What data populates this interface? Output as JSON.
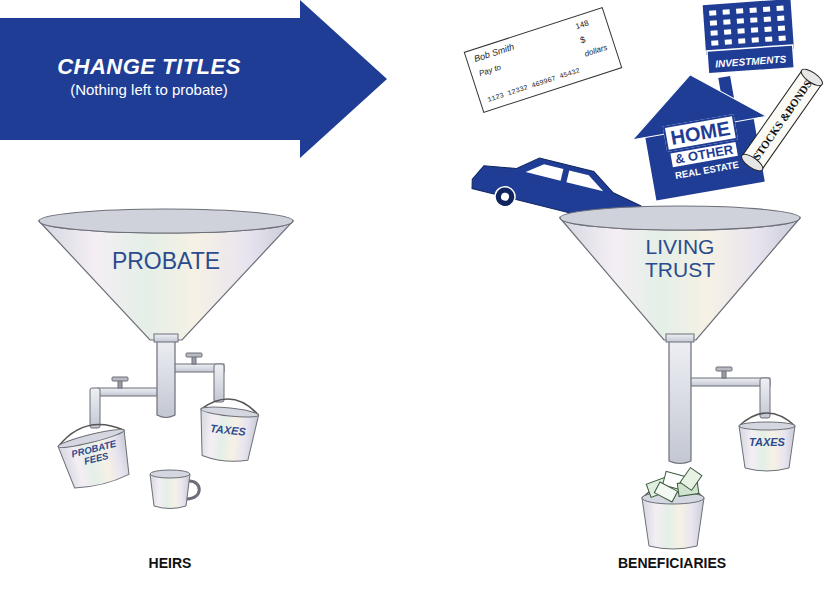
{
  "diagram": {
    "nodes": [
      {
        "text": [
          "CHANGE TITLES",
          "(Nothing left to probate)"
        ]
      },
      {
        "text": [
          "Bob Smith",
          "148",
          "Pay to",
          "$",
          "dollars",
          "1123 12332 469967 45432"
        ]
      },
      {
        "text": [
          "INVESTMENTS"
        ]
      },
      {
        "text": [
          "HOME",
          "& OTHER",
          "REAL ESTATE"
        ]
      },
      {
        "text": [
          "STOCKS",
          "&BONDS"
        ]
      },
      {
        "text": [
          "PROBATE"
        ]
      },
      {
        "text": [
          "PROBATE FEES"
        ]
      },
      {
        "text": [
          "TAXES"
        ]
      },
      {
        "text": [
          "LIVING TRUST"
        ]
      },
      {
        "text": [
          "TAXES"
        ]
      }
    ],
    "labels": [
      "HEIRS",
      "BENEFICIARIES"
    ]
  }
}
